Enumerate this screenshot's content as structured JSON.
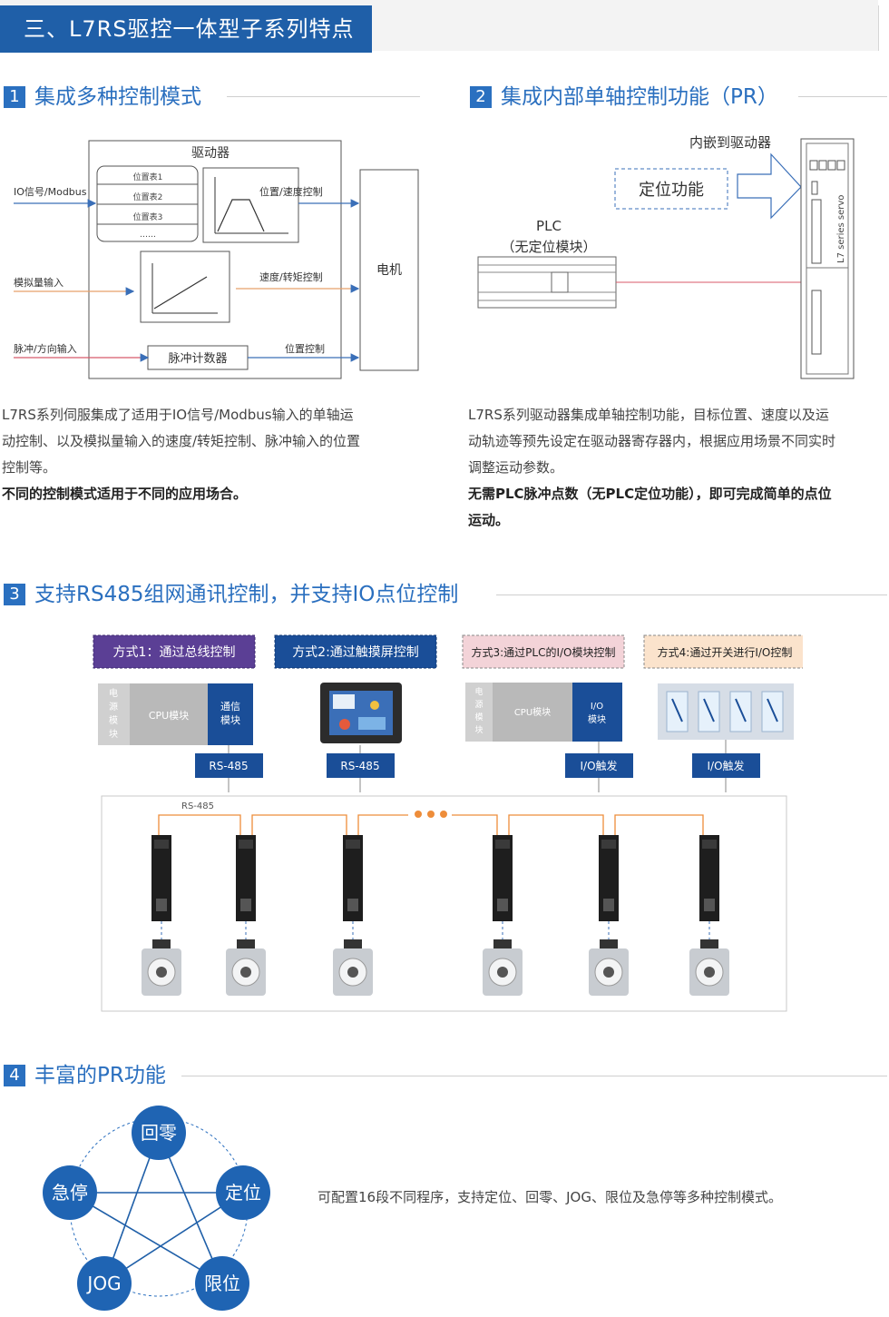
{
  "header": {
    "title": "三、L7RS驱控一体型子系列特点"
  },
  "sections": {
    "s1": {
      "num": "1",
      "title": "集成多种控制模式",
      "diagram": {
        "driver_label": "驱动器",
        "motor_label": "电机",
        "io_input": "IO信号/Modbus",
        "analog_input": "模拟量输入",
        "pulse_input": "脉冲/方向输入",
        "table1": "位置表1",
        "table2": "位置表2",
        "table3": "位置表3",
        "table_more": "……",
        "pos_speed_ctrl": "位置/速度控制",
        "speed_torque_ctrl": "速度/转矩控制",
        "pos_ctrl": "位置控制",
        "pulse_counter": "脉冲计数器"
      },
      "para1": "L7RS系列伺服集成了适用于IO信号/Modbus输入的单轴运动控制、以及模拟量输入的速度/转矩控制、脉冲输入的位置控制等。",
      "para1_lines": [
        "L7RS系列伺服集成了适用于IO信号/Modbus输入的单轴运",
        "动控制、以及模拟量输入的速度/转矩控制、脉冲输入的位置",
        "控制等。"
      ],
      "para2": "不同的控制模式适用于不同的应用场合。"
    },
    "s2": {
      "num": "2",
      "title": "集成内部单轴控制功能（PR）",
      "diagram": {
        "embed_label": "内嵌到驱动器",
        "pos_function": "定位功能",
        "plc_label": "PLC",
        "plc_sub": "（无定位模块）",
        "servo_text": "L7 series servo"
      },
      "para_lines": [
        "L7RS系列驱动器集成单轴控制功能，目标位置、速度以及运",
        "动轨迹等预先设定在驱动器寄存器内，根据应用场景不同实时",
        "调整运动参数。"
      ],
      "bold_lines": [
        "无需PLC脉冲点数（无PLC定位功能），即可完成简单的点位",
        "运动。"
      ]
    },
    "s3": {
      "num": "3",
      "title": "支持RS485组网通讯控制，并支持IO点位控制",
      "modes": [
        {
          "label": "方式1：通过总线控制",
          "color": "#5b3f95"
        },
        {
          "label": "方式2:通过触摸屏控制",
          "color": "#1a4e98"
        },
        {
          "label": "方式3:通过PLC的I/O模块控制",
          "color": "#f3d3d8"
        },
        {
          "label": "方式4:通过开关进行I/O控制",
          "color": "#fbe3cc"
        }
      ],
      "power_module": "电源模块",
      "cpu_module": "CPU模块",
      "comm_module": "通信模块",
      "io_module": "I/O模块",
      "badges": [
        "RS-485",
        "RS-485",
        "I/O触发",
        "I/O触发"
      ],
      "bus_label": "RS-485"
    },
    "s4": {
      "num": "4",
      "title": "丰富的PR功能",
      "nodes": [
        "回零",
        "定位",
        "限位",
        "JOG",
        "急停"
      ],
      "description": "可配置16段不同程序，支持定位、回零、JOG、限位及急停等多种控制模式。"
    }
  }
}
